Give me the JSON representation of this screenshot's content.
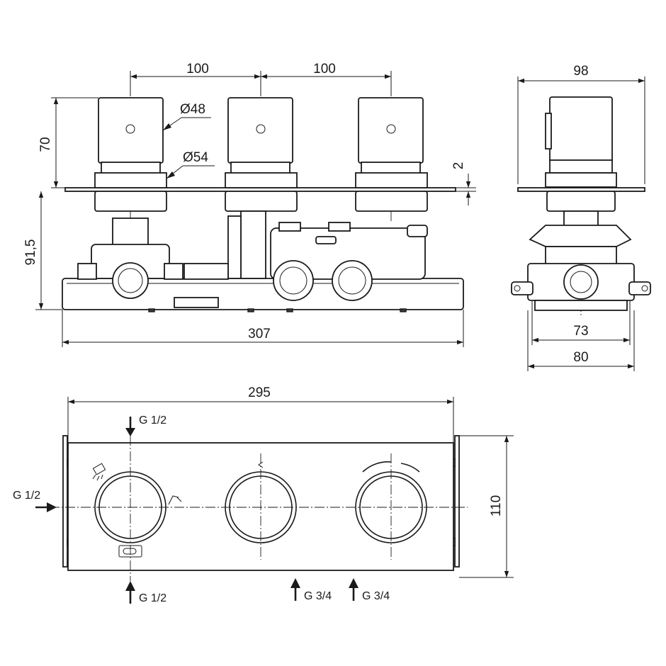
{
  "dimensions": {
    "spacing_left": "100",
    "spacing_right": "100",
    "side_depth": "98",
    "knob_height": "70",
    "knob_diameter": "Ø48",
    "rosette_diameter": "Ø54",
    "plate_thickness": "2",
    "body_height": "91,5",
    "total_width": "307",
    "side_inner": "73",
    "side_outer": "80",
    "plate_width": "295",
    "plate_height": "110"
  },
  "connections": {
    "top_inlet": "G 1/2",
    "left_inlet": "G 1/2",
    "bottom_inlet": "G 1/2",
    "outlet_1": "G 3/4",
    "outlet_2": "G 3/4"
  },
  "colors": {
    "line": "#1a1a1a",
    "background": "#ffffff"
  }
}
